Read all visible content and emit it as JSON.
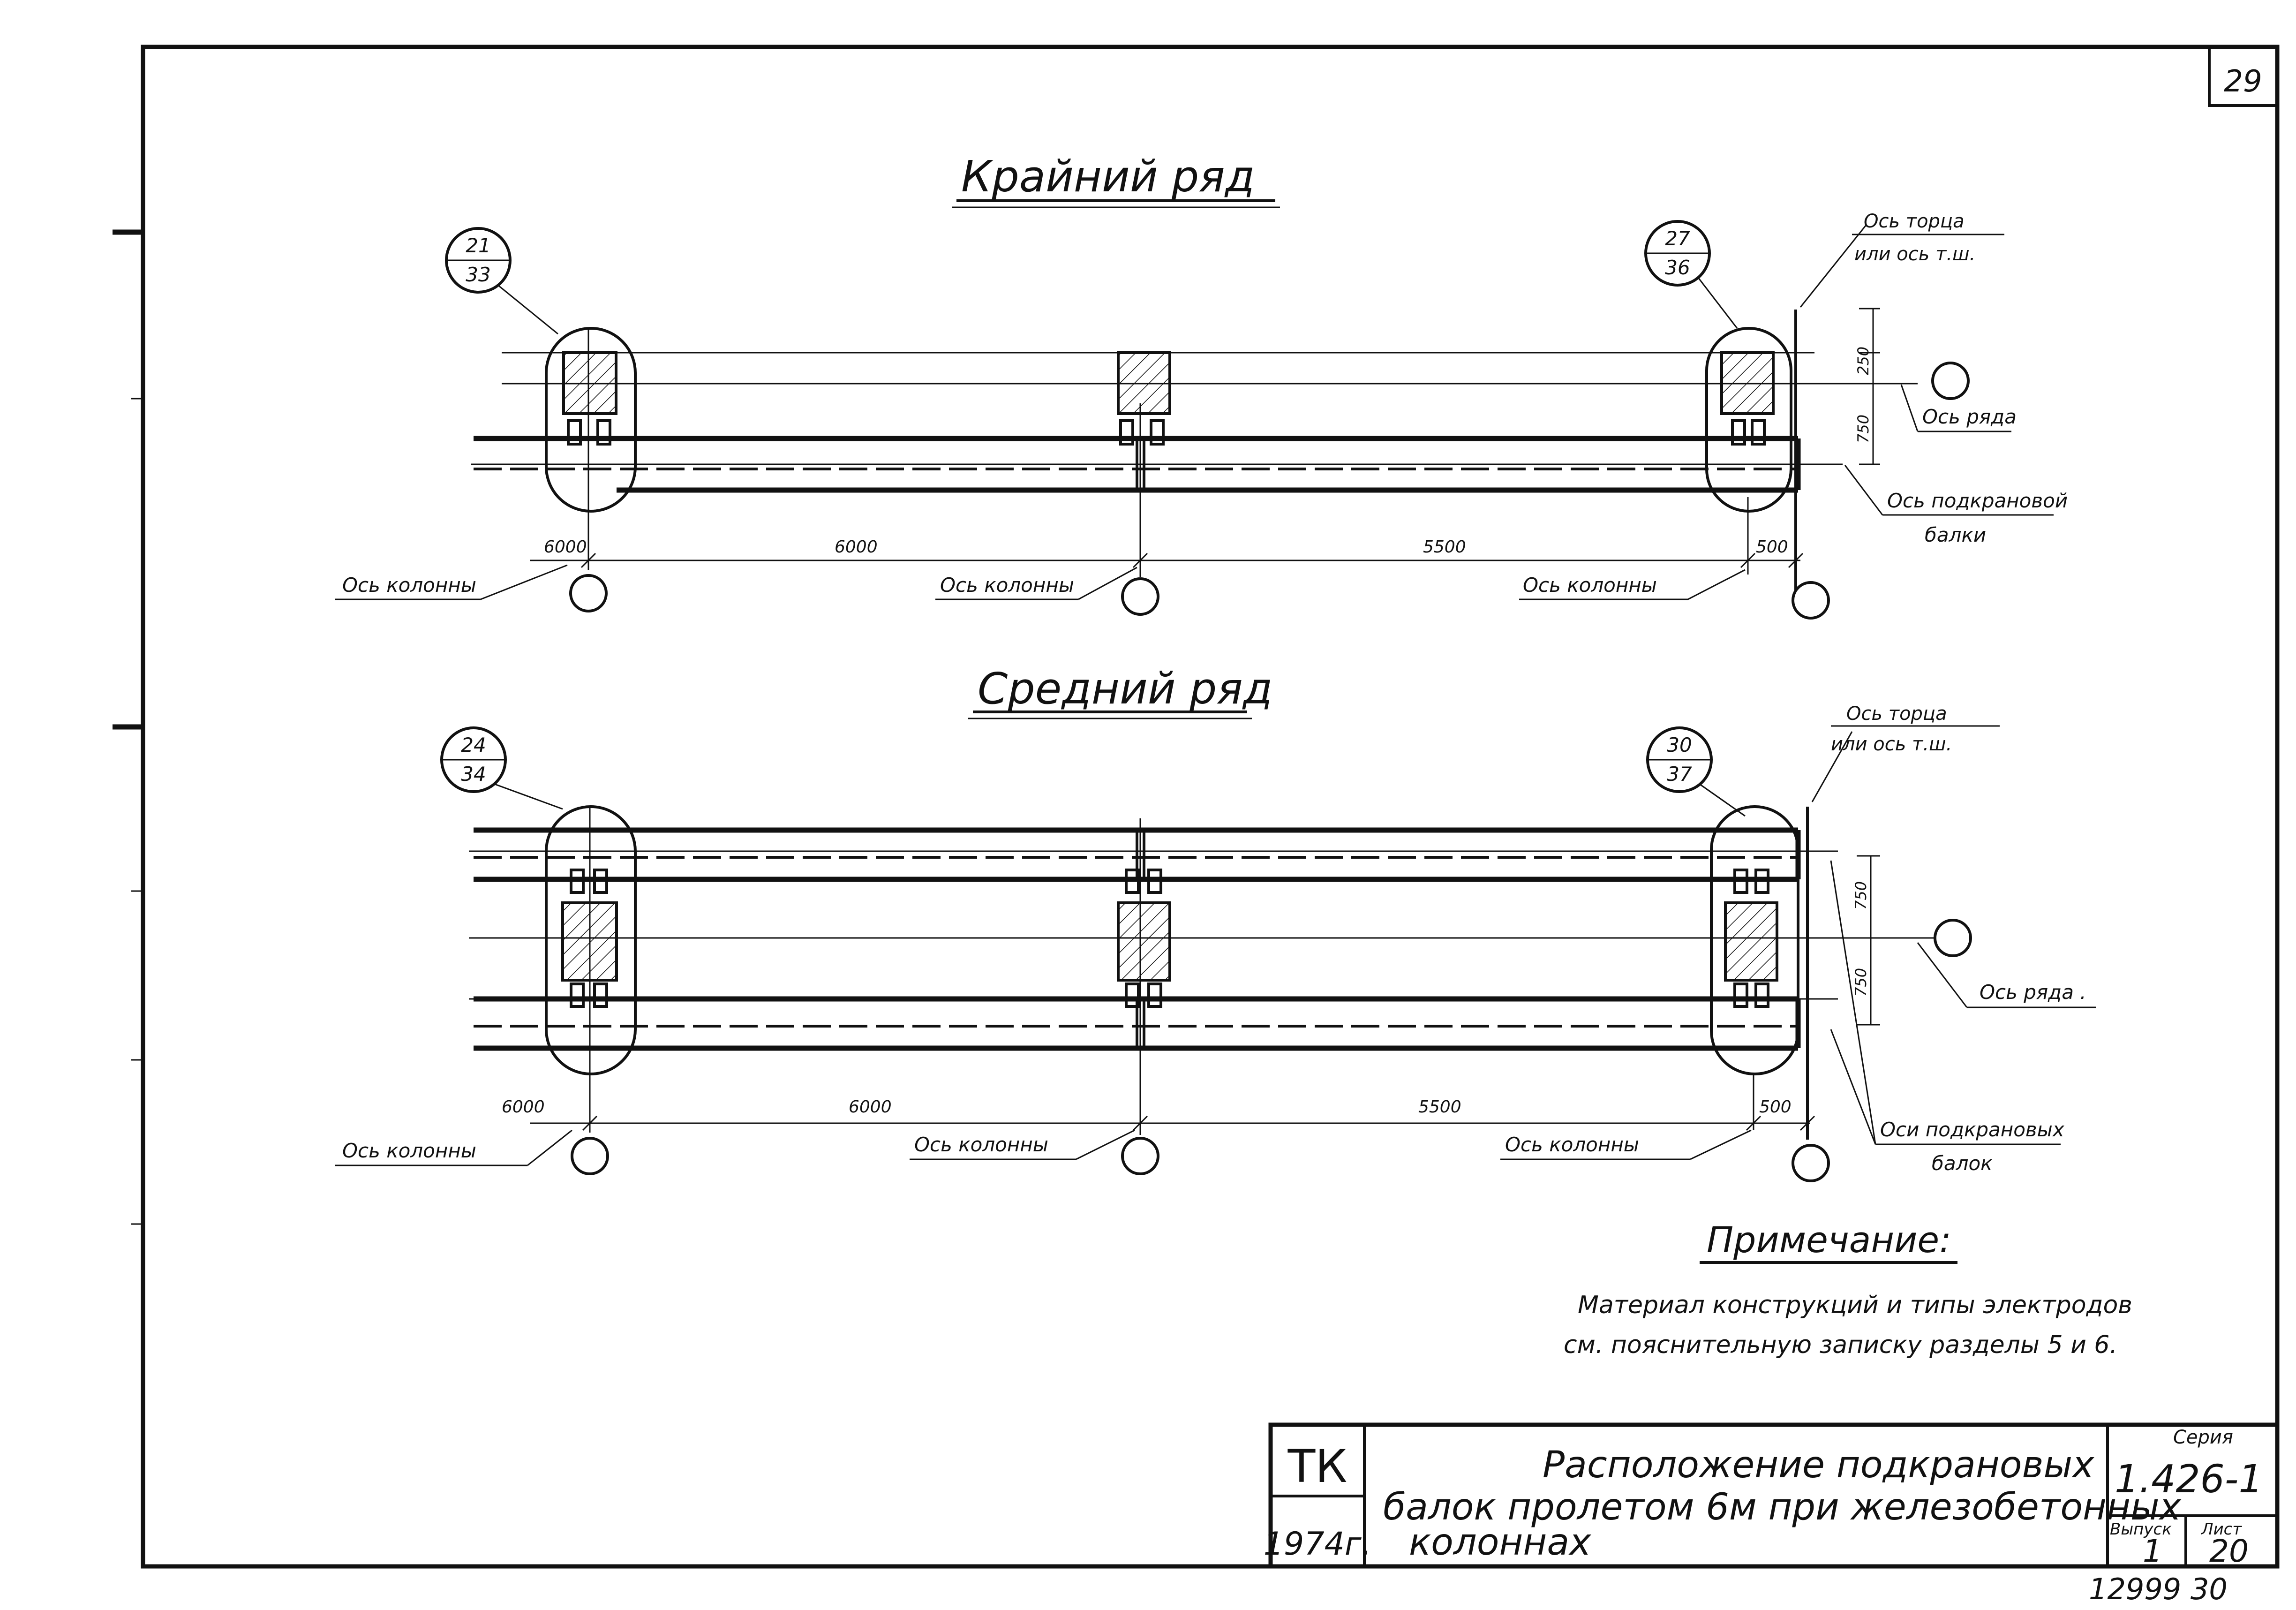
{
  "sheet": {
    "page_number": "29",
    "bottom_code": "12999 30"
  },
  "edge_row": {
    "title": "Крайний ряд",
    "callout_left": {
      "top": "21",
      "bottom": "33"
    },
    "callout_right": {
      "top": "27",
      "bottom": "36"
    },
    "dim_250": "250",
    "dim_750": "750",
    "dims": [
      "6000",
      "6000",
      "5500",
      "500"
    ],
    "label_end_axis": [
      "Ось торца",
      "или ось т.ш."
    ],
    "label_row_axis": "Ось ряда",
    "label_beam_axis": [
      "Ось подкрановой",
      "балки"
    ],
    "label_column_axis": "Ось колонны"
  },
  "middle_row": {
    "title": "Средний ряд",
    "callout_left": {
      "top": "24",
      "bottom": "34"
    },
    "callout_right": {
      "top": "30",
      "bottom": "37"
    },
    "dim_750_top": "750",
    "dim_750_bottom": "750",
    "dims": [
      "6000",
      "6000",
      "5500",
      "500"
    ],
    "label_end_axis": [
      "Ось торца",
      "или ось т.ш."
    ],
    "label_row_axis": "Ось ряда .",
    "label_beam_axes": [
      "Оси подкрановых",
      "балок"
    ],
    "label_column_axis": "Ось колонны"
  },
  "note": {
    "title": "Примечание:",
    "lines": [
      "Материал конструкций и типы электродов",
      "см. пояснительную записку разделы 5 и 6."
    ]
  },
  "title_block": {
    "org": "ТК",
    "year": "1974г.",
    "title_lines": [
      "Расположение подкрановых",
      "балок пролетом 6м при железобетонных",
      "колоннах"
    ],
    "series_label": "Серия",
    "series_value": "1.426-1",
    "issue_label": "Выпуск",
    "issue_value": "1",
    "sheet_label": "Лист",
    "sheet_value": "20"
  }
}
